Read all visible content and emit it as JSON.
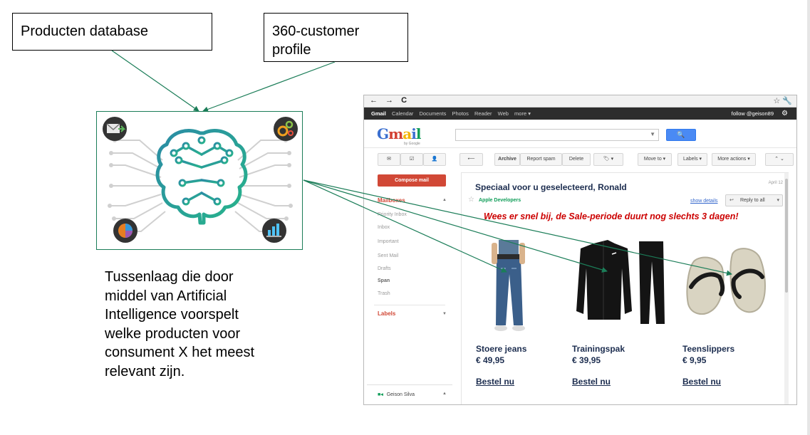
{
  "boxes": {
    "database": "Producten database",
    "profile_line1": "360-customer",
    "profile_line2": "profile"
  },
  "ai_description": {
    "line1": "Tussenlaag die door",
    "line2": "middel van Artificial",
    "line3": "Intelligence voorspelt",
    "line4": "welke producten voor",
    "line5": "consument X het meest",
    "line6": "relevant zijn."
  },
  "icons": {
    "top_left": "email-icon",
    "top_right": "gears-icon",
    "bottom_left": "pie-chart-icon",
    "bottom_right": "bar-chart-icon",
    "center": "brain-circuit-icon"
  },
  "colors": {
    "ai_green": "#1b7d58",
    "arrow_green": "#1b7d58",
    "gmail_red": "#d14836",
    "banner_red": "#cc0000",
    "product_text": "#1c2d4f"
  },
  "browser": {
    "nav": "← → C",
    "bar_right": "☆ 🔧"
  },
  "gbar": {
    "gmail": "Gmail",
    "calendar": "Calendar",
    "documents": "Documents",
    "photos": "Photos",
    "reader": "Reader",
    "web": "Web",
    "more": "more ▾",
    "follow": "follow @geison89"
  },
  "gmail": {
    "logo": [
      "G",
      "m",
      "a",
      "i",
      "l"
    ],
    "logo_sub": "by Google",
    "toolbar": {
      "archive": "Archive",
      "report_spam": "Report spam",
      "delete": "Delete",
      "move_to": "Move to ▾",
      "labels": "Labels ▾",
      "more_actions": "More actions ▾"
    },
    "sidebar": {
      "compose": "Compose mail",
      "mailboxes": "Mailboxes",
      "priority_inbox": "Priority Inbox",
      "inbox": "Inbox",
      "important": "Important",
      "sent_mail": "Sent Mail",
      "drafts": "Drafts",
      "span": "Span",
      "trash": "Trash",
      "labels": "Labels",
      "user": "Geison Silva"
    },
    "mail": {
      "subject": "Speciaal voor u geselecteerd, Ronald",
      "date": "April 12",
      "sender": "Apple Developers",
      "show_details": "show details",
      "reply": "Reply to all",
      "banner": "Wees er snel bij, de Sale-periode duurt nog slechts 3 dagen!"
    },
    "products": [
      {
        "name": "Stoere jeans",
        "price": "€ 49,95",
        "buy": "Bestel nu"
      },
      {
        "name": "Trainingspak",
        "price": "€ 39,95",
        "buy": "Bestel nu"
      },
      {
        "name": "Teenslippers",
        "price": "€ 9,95",
        "buy": "Bestel nu"
      }
    ]
  }
}
